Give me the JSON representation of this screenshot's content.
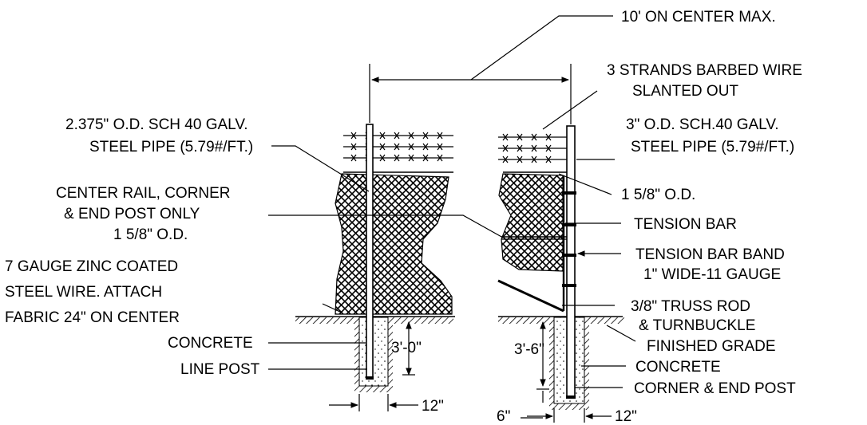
{
  "labels": {
    "spacing": "10' ON CENTER MAX.",
    "barbed_1": "3 STRANDS BARBED WIRE",
    "barbed_2": "SLANTED OUT",
    "line_pipe_1": "2.375\" O.D. SCH 40 GALV.",
    "line_pipe_2": "STEEL PIPE (5.79#/FT.)",
    "corner_pipe_1": "3\" O.D. SCH.40 GALV.",
    "corner_pipe_2": "STEEL PIPE (5.79#/FT.)",
    "top_rail": "1 5/8\" O.D.",
    "center_rail_1": "CENTER RAIL, CORNER",
    "center_rail_2": "& END POST ONLY",
    "center_rail_3": "1 5/8\" O.D.",
    "tension_bar": "TENSION BAR",
    "tension_band_1": "TENSION BAR BAND",
    "tension_band_2": "1\" WIDE-11 GAUGE",
    "wire_1": "7 GAUGE ZINC COATED",
    "wire_2": "STEEL WIRE. ATTACH",
    "wire_3": "FABRIC 24\" ON CENTER",
    "truss_1": "3/8\" TRUSS ROD",
    "truss_2": "& TURNBUCKLE",
    "finished_grade": "FINISHED GRADE",
    "concrete_left": "CONCRETE",
    "line_post": "LINE POST",
    "concrete_right": "CONCRETE",
    "corner_post": "CORNER & END POST",
    "depth_left": "3'-0\"",
    "depth_right": "3'-6\"",
    "width_left": "12\"",
    "width_right": "12\"",
    "offset_right": "6\""
  }
}
